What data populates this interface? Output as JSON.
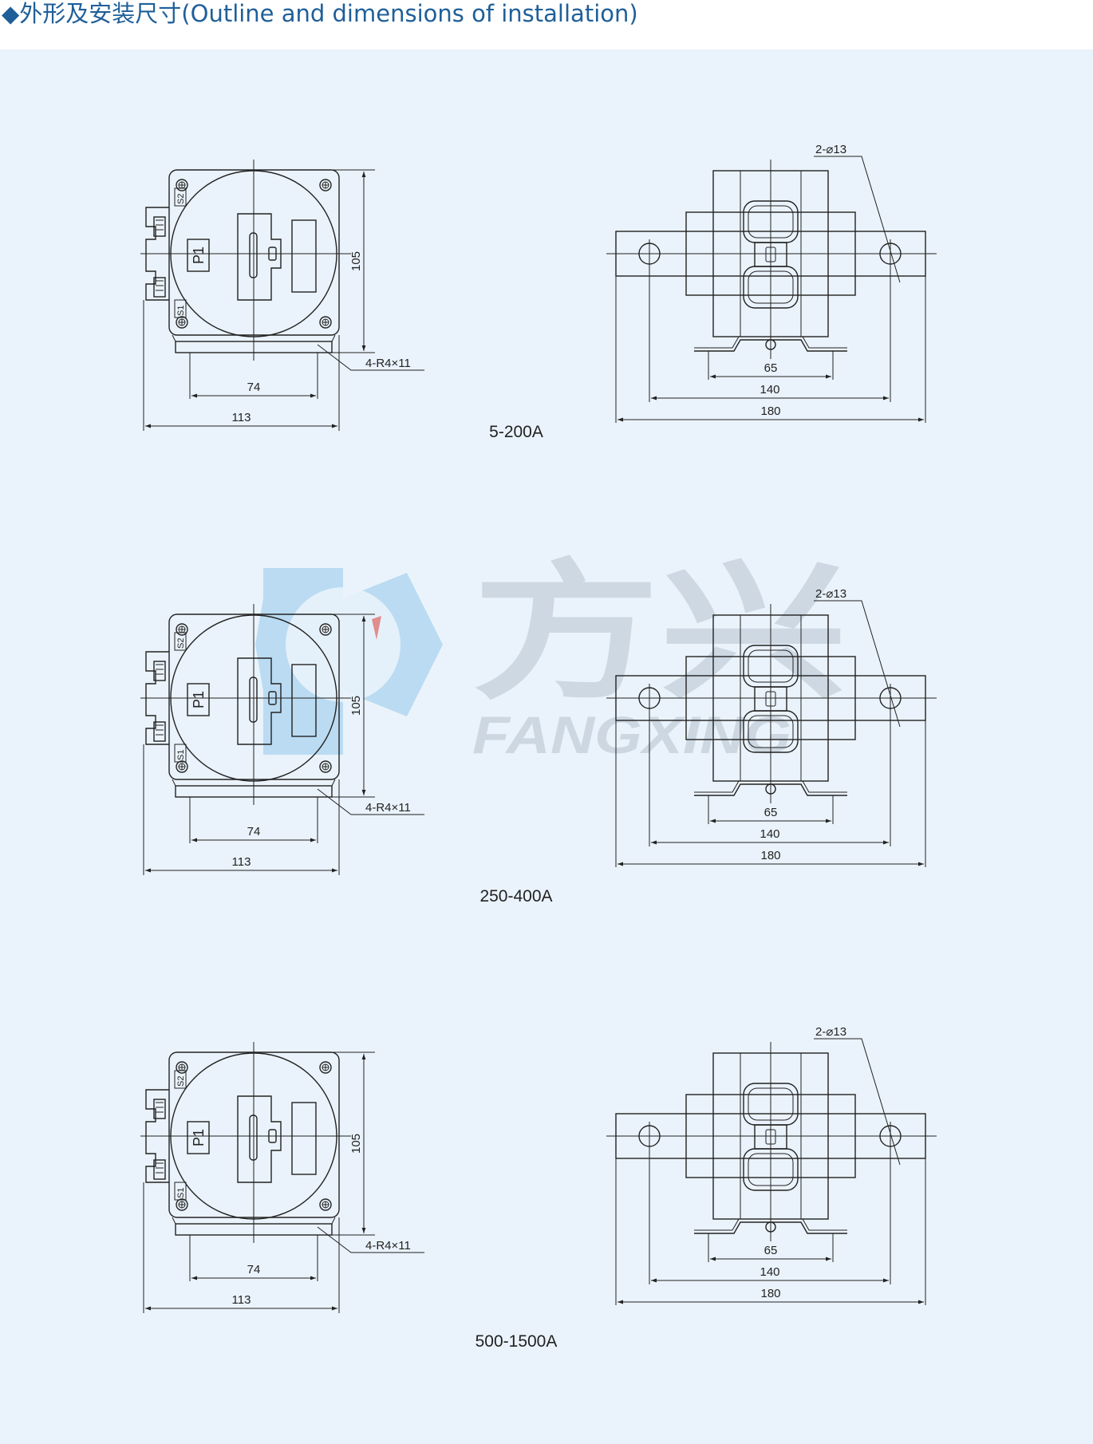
{
  "title": "◆外形及安装尺寸(Outline and dimensions of installation)",
  "watermark": {
    "brand_cn": "方兴",
    "brand_en": "FANGXING",
    "logo_color": "#a9d3ef",
    "text_color": "#c9d4df"
  },
  "views": [
    {
      "caption": "5-200A",
      "terminals": {
        "top": "S2",
        "bottom": "S1",
        "primary": "P1"
      },
      "front_dims": {
        "height": "105",
        "slot_spacing": "74",
        "width": "113",
        "slots": "4-R4×11"
      },
      "side_dims": {
        "holes": "2-⌀13",
        "inner": "65",
        "mid": "140",
        "outer": "180"
      }
    },
    {
      "caption": "250-400A",
      "terminals": {
        "top": "S2",
        "bottom": "S1",
        "primary": "P1"
      },
      "front_dims": {
        "height": "105",
        "slot_spacing": "74",
        "width": "113",
        "slots": "4-R4×11"
      },
      "side_dims": {
        "holes": "2-⌀13",
        "inner": "65",
        "mid": "140",
        "outer": "180"
      }
    },
    {
      "caption": "500-1500A",
      "terminals": {
        "top": "S2",
        "bottom": "S1",
        "primary": "P1"
      },
      "front_dims": {
        "height": "105",
        "slot_spacing": "74",
        "width": "113",
        "slots": "4-R4×11"
      },
      "side_dims": {
        "holes": "2-⌀13",
        "inner": "65",
        "mid": "140",
        "outer": "180"
      }
    }
  ]
}
